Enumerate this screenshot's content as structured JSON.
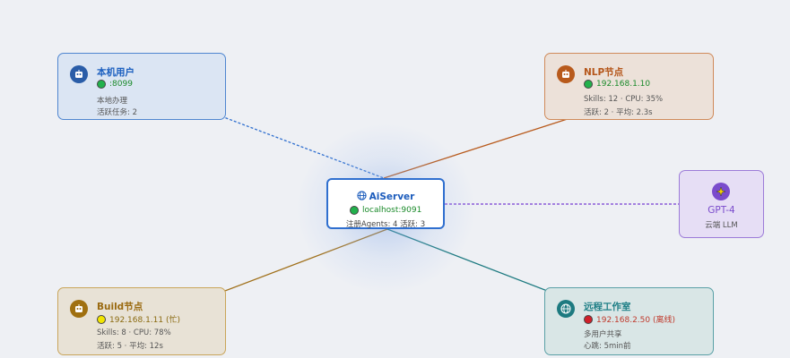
{
  "center": {
    "icon": "globe-icon",
    "title": "AiServer",
    "address": "localhost:9091",
    "stats": "注册Agents: 4 活跃: 3",
    "status_color": "#22b14c"
  },
  "nodes": {
    "local": {
      "icon": "robot-icon",
      "title": "本机用户",
      "address": ":8099",
      "line1": "本地办理",
      "line2": "活跃任务: 2",
      "status_color": "#22b14c",
      "link_color": "#2f6fcf"
    },
    "nlp": {
      "icon": "robot-icon",
      "title": "NLP节点",
      "address": "192.168.1.10",
      "line1": "Skills: 12 · CPU: 35%",
      "line2": "活跃: 2 · 平均: 2.3s",
      "status_color": "#22b14c",
      "link_color": "#b85a1c"
    },
    "gpt": {
      "icon": "sparkle-icon",
      "title": "GPT-4",
      "line1": "云端 LLM",
      "link_color": "#8a5ad8"
    },
    "build": {
      "icon": "robot-icon",
      "title": "Build节点",
      "address": "192.168.1.11 (忙)",
      "line1": "Skills: 8 · CPU: 78%",
      "line2": "活跃: 5 · 平均: 12s",
      "status_color": "#f2e500",
      "link_color": "#a0701a"
    },
    "remote": {
      "icon": "globe-icon",
      "title": "远程工作室",
      "address": "192.168.2.50 (离线)",
      "line1": "多用户共享",
      "line2": "心跳: 5min前",
      "status_color": "#d0202a",
      "link_color": "#1d7a80"
    }
  }
}
